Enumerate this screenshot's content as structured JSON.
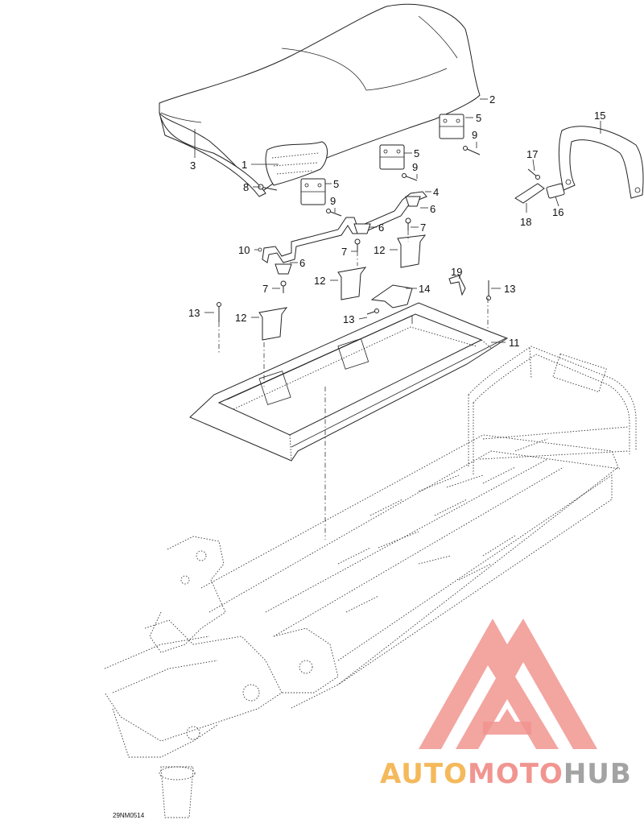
{
  "diagram": {
    "reference_code": "29NM0514",
    "callouts": [
      {
        "id": "c1",
        "text": "1"
      },
      {
        "id": "c2",
        "text": "2"
      },
      {
        "id": "c3",
        "text": "3"
      },
      {
        "id": "c4",
        "text": "4"
      },
      {
        "id": "c5a",
        "text": "5"
      },
      {
        "id": "c5b",
        "text": "5"
      },
      {
        "id": "c5c",
        "text": "5"
      },
      {
        "id": "c6a",
        "text": "6"
      },
      {
        "id": "c6b",
        "text": "6"
      },
      {
        "id": "c6c",
        "text": "6"
      },
      {
        "id": "c7a",
        "text": "7"
      },
      {
        "id": "c7b",
        "text": "7"
      },
      {
        "id": "c7c",
        "text": "7"
      },
      {
        "id": "c8",
        "text": "8"
      },
      {
        "id": "c9a",
        "text": "9"
      },
      {
        "id": "c9b",
        "text": "9"
      },
      {
        "id": "c9c",
        "text": "9"
      },
      {
        "id": "c10",
        "text": "10"
      },
      {
        "id": "c11",
        "text": "11"
      },
      {
        "id": "c12a",
        "text": "12"
      },
      {
        "id": "c12b",
        "text": "12"
      },
      {
        "id": "c12c",
        "text": "12"
      },
      {
        "id": "c13a",
        "text": "13"
      },
      {
        "id": "c13b",
        "text": "13"
      },
      {
        "id": "c13c",
        "text": "13"
      },
      {
        "id": "c14",
        "text": "14"
      },
      {
        "id": "c15",
        "text": "15"
      },
      {
        "id": "c16",
        "text": "16"
      },
      {
        "id": "c17",
        "text": "17"
      },
      {
        "id": "c18",
        "text": "18"
      },
      {
        "id": "c19",
        "text": "19"
      }
    ]
  },
  "watermark": {
    "word_part1": "AUTO",
    "word_part2": "MOTO",
    "word_part3": "HUB",
    "colors": {
      "logo": "#f08a84",
      "part1": "#f3b24a",
      "part2": "#f08a84",
      "part3": "#9a9a9a"
    }
  }
}
